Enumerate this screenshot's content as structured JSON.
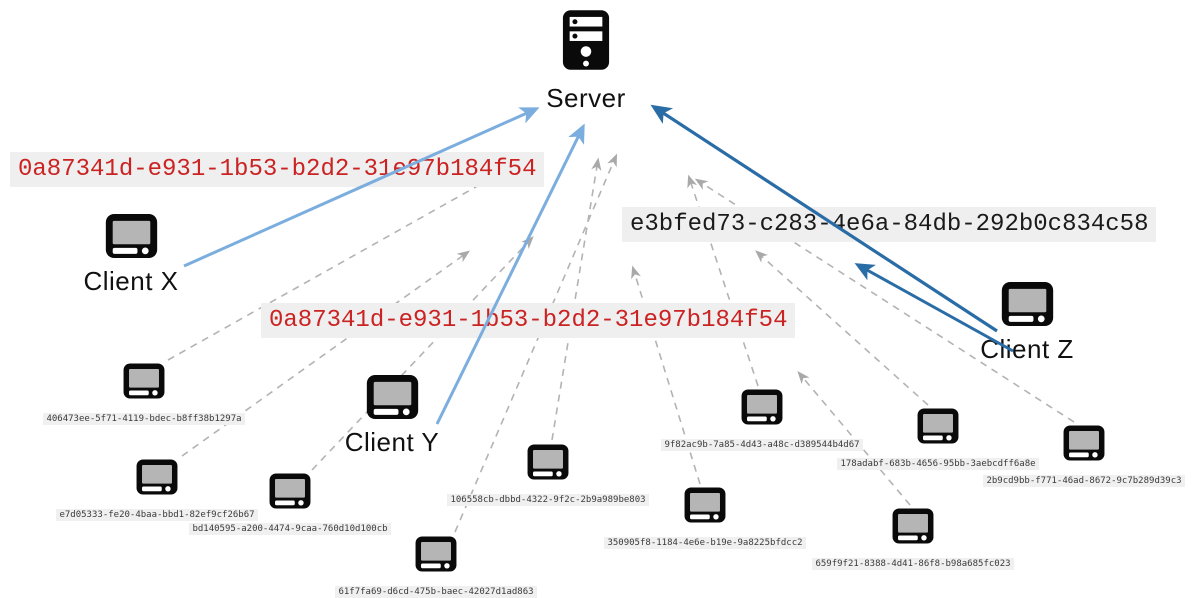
{
  "server": {
    "label": "Server"
  },
  "named_clients": [
    {
      "label": "Client X"
    },
    {
      "label": "Client Y"
    },
    {
      "label": "Client Z"
    }
  ],
  "uuid_labels": {
    "top_left": {
      "text": "0a87341d-e931-1b53-b2d2-31e97b184f54",
      "status": "duplicate"
    },
    "middle": {
      "text": "0a87341d-e931-1b53-b2d2-31e97b184f54",
      "status": "duplicate"
    },
    "right": {
      "text": "e3bfed73-c283-4e6a-84db-292b0c834c58",
      "status": "unique"
    }
  },
  "clients": [
    {
      "uuid": "406473ee-5f71-4119-bdec-b8ff38b1297a"
    },
    {
      "uuid": "e7d05333-fe20-4baa-bbd1-82ef9cf26b67"
    },
    {
      "uuid": "bd140595-a200-4474-9caa-760d10d100cb"
    },
    {
      "uuid": "61f7fa69-d6cd-475b-baec-42027d1ad863"
    },
    {
      "uuid": "106558cb-dbbd-4322-9f2c-2b9a989be803"
    },
    {
      "uuid": "350905f8-1184-4e6e-b19e-9a8225bfdcc2"
    },
    {
      "uuid": "9f82ac9b-7a85-4d43-a48c-d389544b4d67"
    },
    {
      "uuid": "178adabf-683b-4656-95bb-3aebcdff6a8e"
    },
    {
      "uuid": "659f9f21-8388-4d41-86f8-b98a685fc023"
    },
    {
      "uuid": "2b9cd9bb-f771-46ad-8672-9c7b289d39c3"
    }
  ],
  "connections": [
    {
      "from": "Client X",
      "to": "Server",
      "style": "solid-light-blue"
    },
    {
      "from": "Client Y",
      "to": "Server",
      "style": "solid-light-blue"
    },
    {
      "from": "Client Z",
      "to": "Server",
      "style": "solid-dark-blue"
    },
    {
      "from": "Client Z",
      "to": "uuid-label-right",
      "style": "solid-dark-blue"
    },
    {
      "from": "anonymous-clients",
      "to": "Server",
      "style": "dashed-gray"
    }
  ],
  "colors": {
    "duplicate_uuid": "#cb2222",
    "unique_uuid": "#1a1a1a",
    "label_background": "#efefef",
    "light_arrow": "#7badde",
    "dark_arrow": "#2a6ca6",
    "dashed_arrow": "#b3b3b3",
    "icon_black": "#0a0a0a",
    "icon_screen_gray": "#b5b5b5"
  }
}
